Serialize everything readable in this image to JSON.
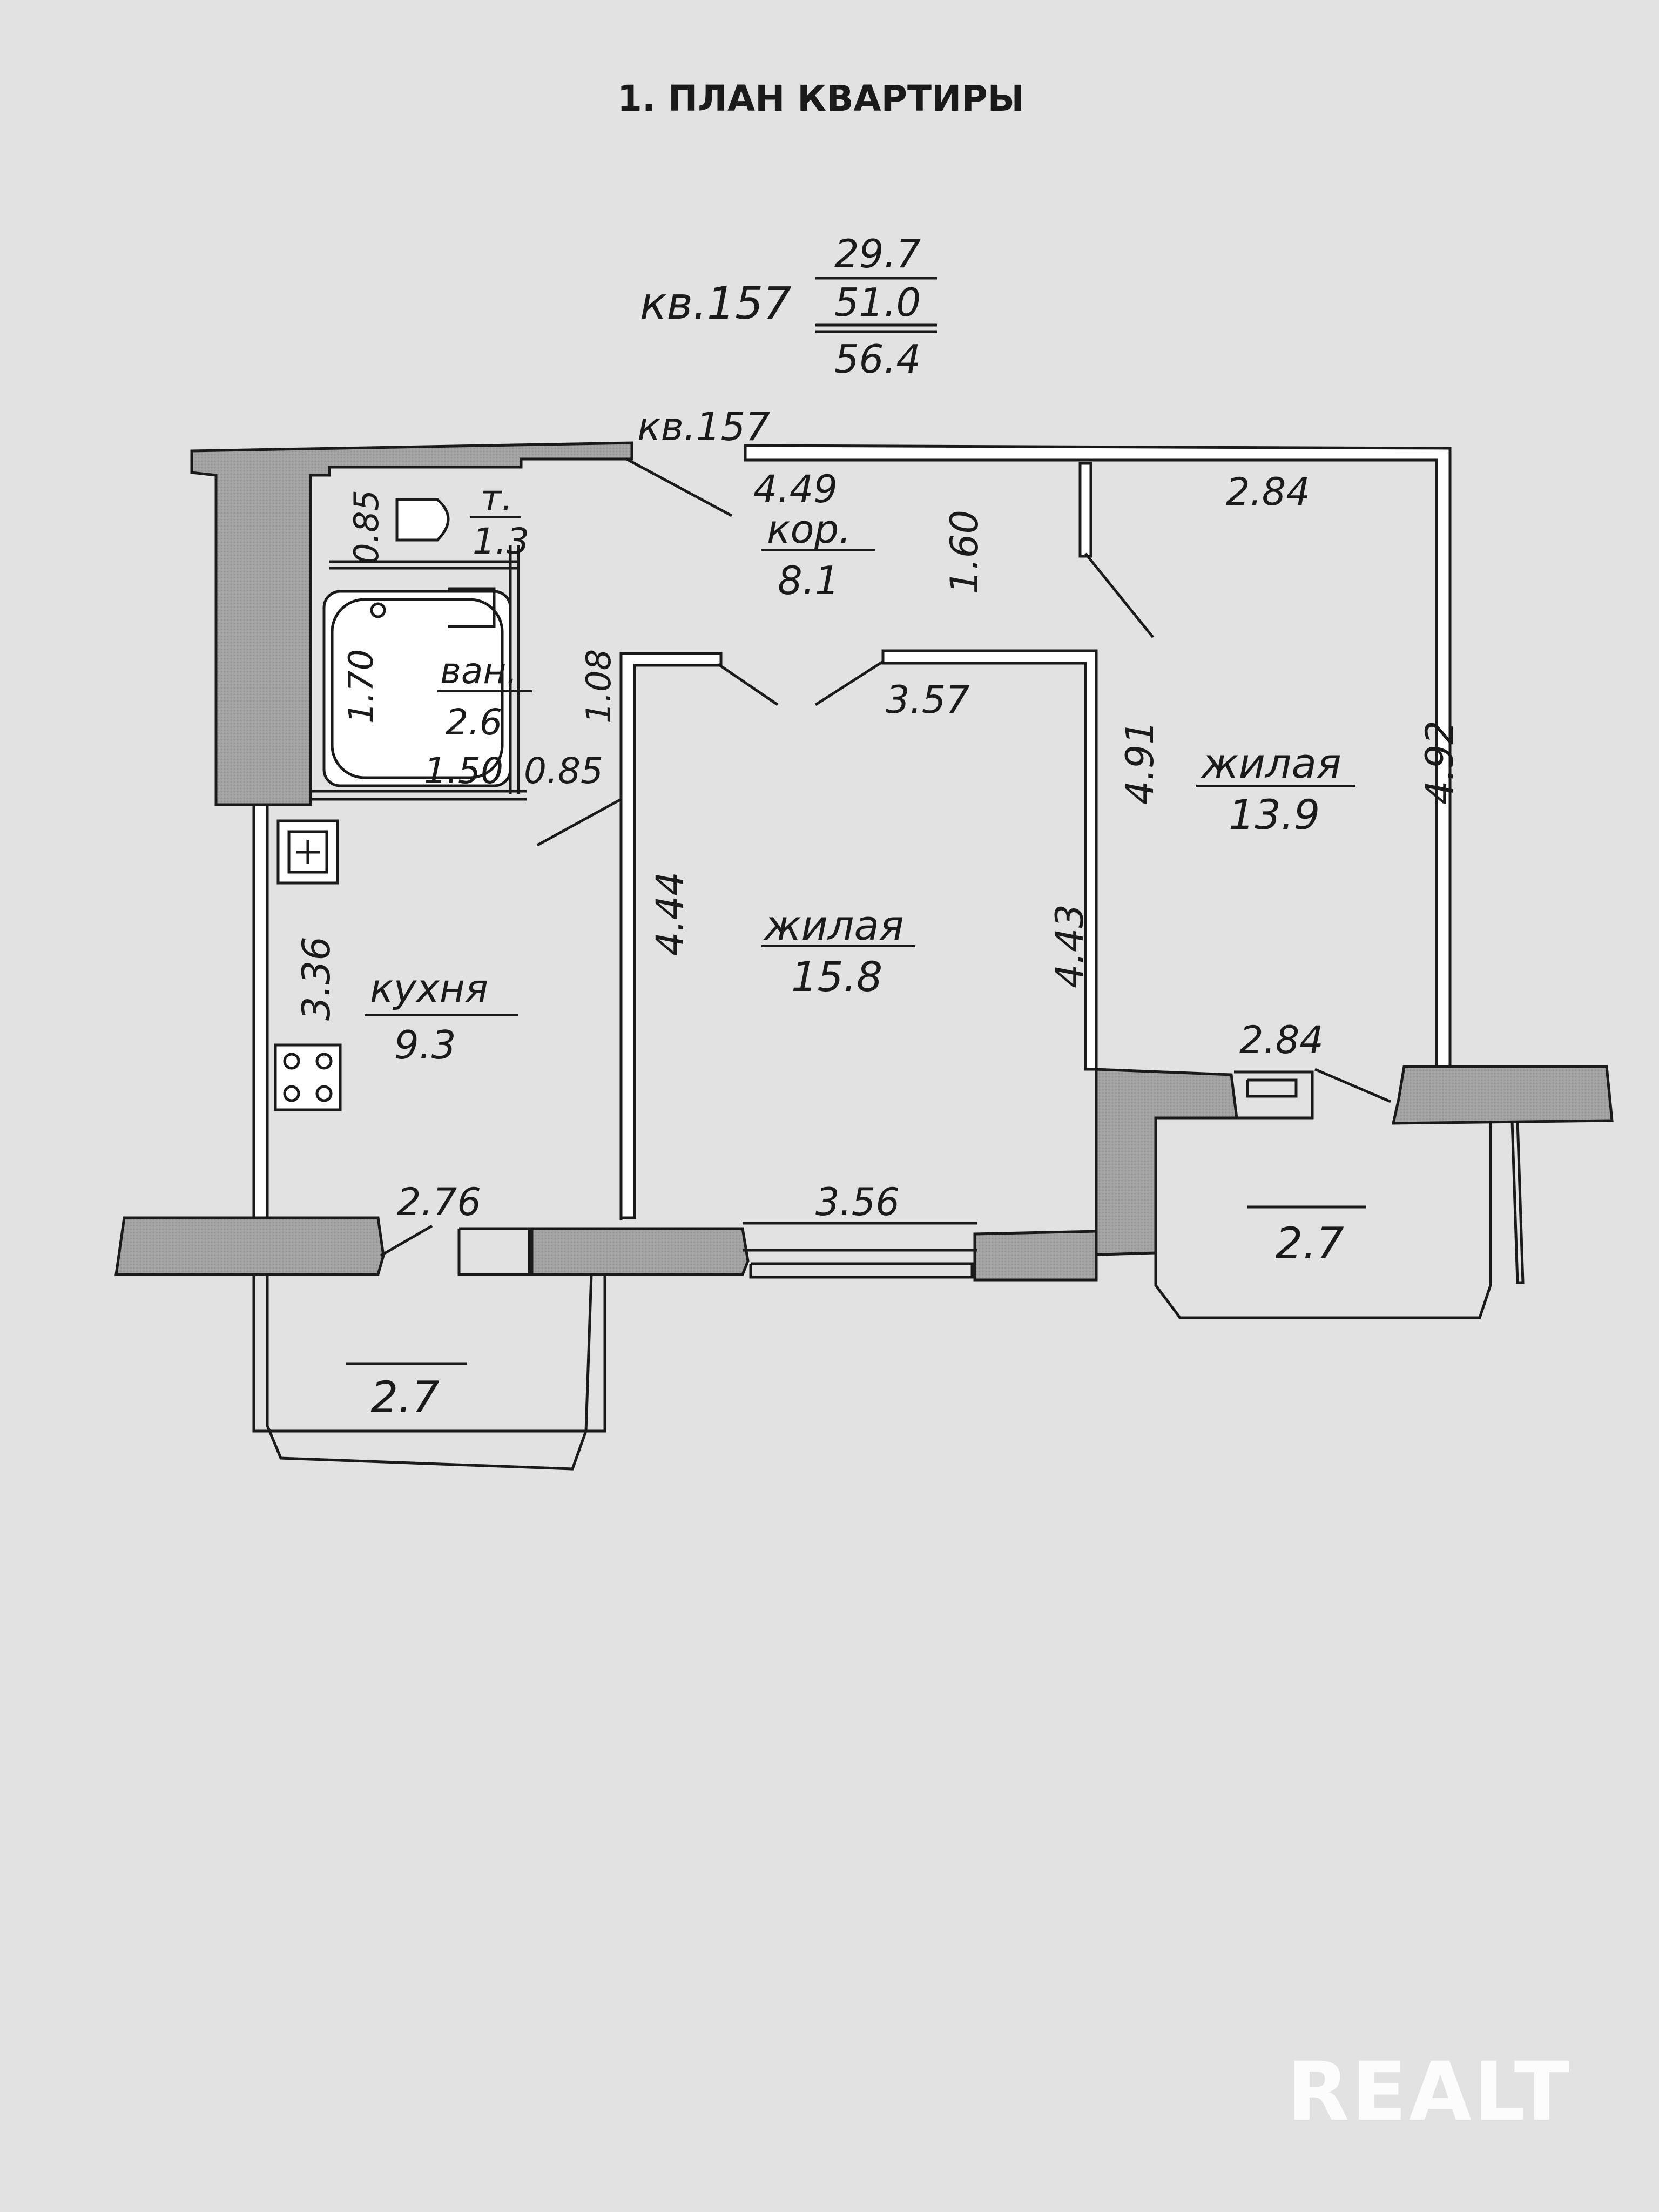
{
  "page": {
    "title": "1. ПЛАН КВАРТИРЫ"
  },
  "apartment": {
    "label": "кв.157",
    "area_living": "29.7",
    "area_total": "51.0",
    "area_with_balcony": "56.4",
    "door_label": "кв.157"
  },
  "rooms": {
    "toilet": {
      "name": "т.",
      "area": "1.3"
    },
    "bath": {
      "name": "ван.",
      "area": "2.6"
    },
    "corridor": {
      "name": "кор.",
      "area": "8.1"
    },
    "kitchen": {
      "name": "кухня",
      "area": "9.3"
    },
    "living_center": {
      "name": "жилая",
      "area": "15.8"
    },
    "living_right": {
      "name": "жилая",
      "area": "13.9"
    },
    "balcony_left": {
      "area": "2.7"
    },
    "balcony_right": {
      "area": "2.7"
    }
  },
  "dimensions": {
    "corridor_top": "4.49",
    "right_room_top": "2.84",
    "corridor_vertical": "1.60",
    "toilet_width": "0.85",
    "bath_length": "1.70",
    "bath_width": "1.50",
    "bath_side": "0.85",
    "partition": "1.08",
    "living_top": "3.57",
    "living_left": "4.44",
    "living_right": "4.43",
    "right_room_left": "4.91",
    "right_room_right": "4.92",
    "right_room_bottom": "2.84",
    "kitchen_left": "3.36",
    "kitchen_bottom": "2.76",
    "living_bottom": "3.56"
  },
  "watermark": {
    "text": "REALT"
  },
  "colors": {
    "paper": "#e2e2e2",
    "wall_fill": "#9a9a9a",
    "ink": "#1a1a1a",
    "watermark": "#ffffff"
  }
}
